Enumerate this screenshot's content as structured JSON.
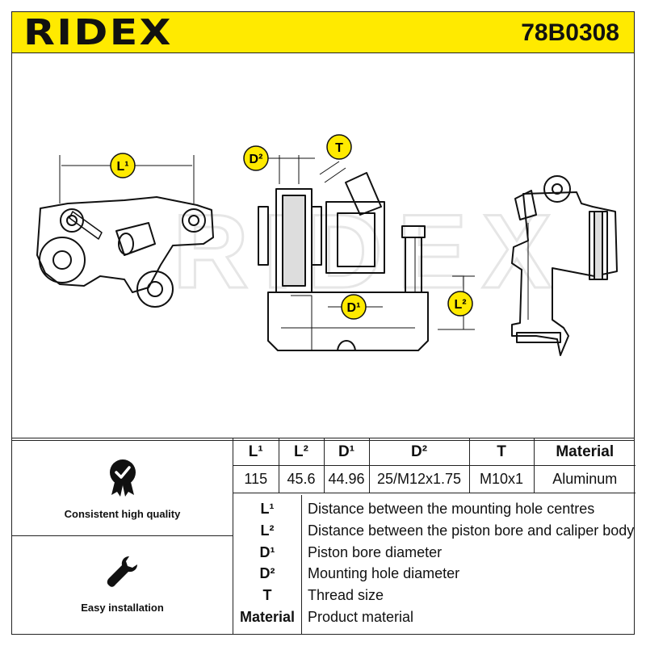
{
  "header": {
    "brand": "RIDEX",
    "part_number": "78B0308"
  },
  "features": [
    {
      "label": "Consistent high quality",
      "icon": "quality-badge-icon"
    },
    {
      "label": "Easy installation",
      "icon": "wrench-icon"
    }
  ],
  "spec_table": {
    "headers": [
      "L¹",
      "L²",
      "D¹",
      "D²",
      "T",
      "Material"
    ],
    "values": [
      "115",
      "45.6",
      "44.96",
      "25/M12x1.75",
      "M10x1",
      "Aluminum"
    ]
  },
  "legend": [
    {
      "key": "L¹",
      "desc": "Distance between the mounting hole centres"
    },
    {
      "key": "L²",
      "desc": "Distance between the piston bore and caliper body"
    },
    {
      "key": "D¹",
      "desc": "Piston bore diameter"
    },
    {
      "key": "D²",
      "desc": "Mounting hole diameter"
    },
    {
      "key": "T",
      "desc": "Thread size"
    },
    {
      "key": "Material",
      "desc": "Product material"
    }
  ],
  "drawing": {
    "labels": {
      "l1": "L¹",
      "l2": "L²",
      "d1": "D¹",
      "d2": "D²",
      "t": "T"
    },
    "label_color": "#ffea00",
    "watermark": "RIDEX"
  }
}
